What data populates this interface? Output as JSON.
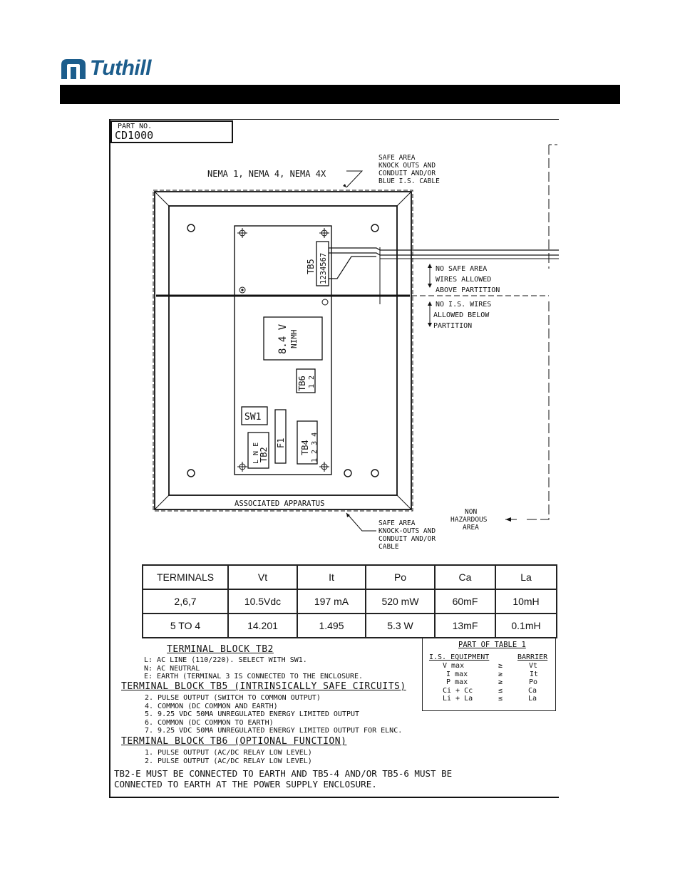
{
  "brand": {
    "name": "Tuthill",
    "logo_color": "#1c5d8c"
  },
  "drawing": {
    "part_no_label": "PART NO.",
    "part_no": "CD1000",
    "enclosure_label": "NEMA 1, NEMA 4, NEMA 4X",
    "safe_area_top": [
      "SAFE AREA",
      "KNOCK OUTS AND",
      "CONDUIT AND/OR",
      "BLUE I.S. CABLE"
    ],
    "no_safe_area": [
      "NO SAFE AREA",
      "WIRES ALLOWED",
      "ABOVE PARTITION"
    ],
    "no_is_wires": [
      "NO I.S. WIRES",
      "ALLOWED BELOW",
      "PARTITION"
    ],
    "tb5_label": "TB5",
    "tb5_pins": "1234567",
    "battery": [
      "8.4 V",
      "NIMH"
    ],
    "tb6_label": "TB6",
    "tb6_pins": "1 2",
    "sw1": "SW1",
    "tb2_label": "TB2",
    "tb2_pins": "L N E",
    "f1": "F1",
    "tb4_label": "TB4",
    "tb4_pins": "1 2 3 4",
    "associated_apparatus": "ASSOCIATED APPARATUS",
    "safe_area_bottom": [
      "SAFE AREA",
      "KNOCK-OUTS AND",
      "CONDUIT AND/OR",
      "CABLE"
    ],
    "non_hazardous": [
      "NON",
      "HAZARDOUS",
      "AREA"
    ]
  },
  "table": {
    "headers": [
      "TERMINALS",
      "Vt",
      "It",
      "Po",
      "Ca",
      "La"
    ],
    "rows": [
      [
        "2,6,7",
        "10.5Vdc",
        "197  mA",
        "520  mW",
        "60mF",
        "10mH"
      ],
      [
        "5  TO  4",
        "14.201",
        "1.495",
        "5.3  W",
        "13mF",
        "0.1mH"
      ]
    ]
  },
  "notes": {
    "tb2_title": "TERMINAL  BLOCK  TB2",
    "tb2_lines": [
      "L: AC LINE (110/220). SELECT WITH SW1.",
      "N: AC NEUTRAL",
      "E: EARTH (TERMINAL 3 IS CONNECTED TO THE ENCLOSURE."
    ],
    "tb5_title": "TERMINAL  BLOCK  TB5  (INTRINSICALLY  SAFE  CIRCUITS)",
    "tb5_lines": [
      "2. PULSE OUTPUT (SWITCH TO COMMON OUTPUT)",
      "4. COMMON (DC COMMON AND EARTH)",
      "5. 9.25 VDC 50MA UNREGULATED ENERGY LIMITED OUTPUT",
      "6. COMMON (DC COMMON TO EARTH)",
      "7. 9.25 VDC 50MA UNREGULATED ENERGY LIMITED OUTPUT FOR ELNC."
    ],
    "tb6_title": "TERMINAL  BLOCK  TB6  (OPTIONAL  FUNCTION)",
    "tb6_lines": [
      "1. PULSE OUTPUT (AC/DC RELAY LOW LEVEL)",
      "2. PULSE OUTPUT (AC/DC RELAY LOW LEVEL)"
    ],
    "footer_lines": [
      "TB2-E MUST BE CONNECTED TO EARTH AND TB5-4 AND/OR TB5-6 MUST BE",
      "CONNECTED TO EARTH AT THE POWER SUPPLY ENCLOSURE."
    ]
  },
  "part_table": {
    "title": "PART  OF  TABLE  1",
    "col1": "I.S. EQUIPMENT",
    "col2": "BARRIER",
    "rows": [
      [
        "V  max",
        "≥",
        "Vt"
      ],
      [
        "I  max",
        "≥",
        "It"
      ],
      [
        "P  max",
        "≥",
        "Po"
      ],
      [
        "Ci  +  Cc",
        "≤",
        "Ca"
      ],
      [
        "Li  +  La",
        "≤",
        "La"
      ]
    ]
  }
}
